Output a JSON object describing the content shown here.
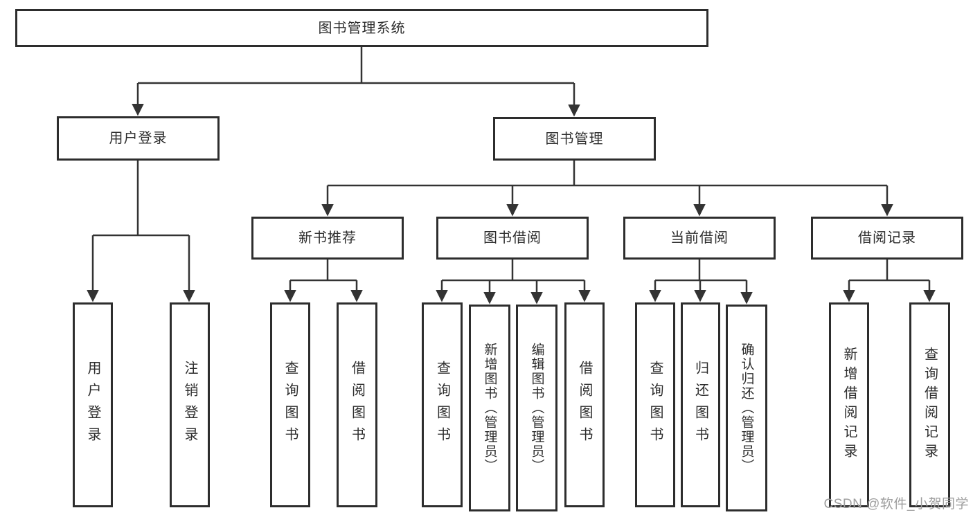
{
  "tree": {
    "root": {
      "label": "图书管理系统"
    },
    "level2": [
      {
        "label": "用户登录"
      },
      {
        "label": "图书管理"
      }
    ],
    "level3": [
      {
        "label": "新书推荐"
      },
      {
        "label": "图书借阅"
      },
      {
        "label": "当前借阅"
      },
      {
        "label": "借阅记录"
      }
    ],
    "leaves": {
      "user_login": [
        {
          "label": "用户登录"
        },
        {
          "label": "注销登录"
        }
      ],
      "new_book_recommend": [
        {
          "label": "查询图书"
        },
        {
          "label": "借阅图书"
        }
      ],
      "book_borrow": [
        {
          "label": "查询图书"
        },
        {
          "label": "新增图书（管理员）"
        },
        {
          "label": "编辑图书（管理员）"
        },
        {
          "label": "借阅图书"
        }
      ],
      "current_borrow": [
        {
          "label": "查询图书"
        },
        {
          "label": "归还图书"
        },
        {
          "label": "确认归还（管理员）"
        }
      ],
      "borrow_records": [
        {
          "label": "新增借阅记录"
        },
        {
          "label": "查询借阅记录"
        }
      ]
    }
  },
  "watermark": {
    "text": "CSDN @软件_小贺同学"
  },
  "colors": {
    "line": "#333333",
    "box_border": "#2d2d2d",
    "text": "#2d2d2d",
    "background": "#ffffff",
    "watermark": "#9e9e9e"
  }
}
